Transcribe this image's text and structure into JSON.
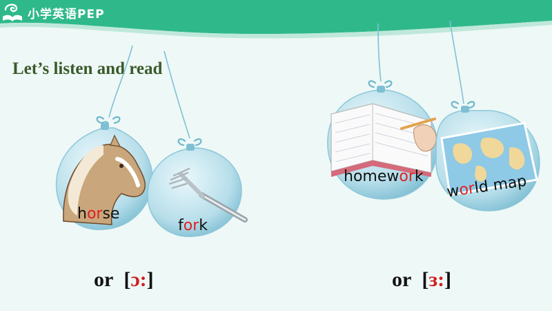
{
  "header": {
    "brand": "小学英语PEP",
    "logo_icon": "book-swirl-icon"
  },
  "title": "Let’s listen and read",
  "ornaments": [
    {
      "id": "horse",
      "parts": [
        "h",
        "or",
        "se"
      ],
      "image": "horse-picture"
    },
    {
      "id": "fork",
      "parts": [
        "f",
        "or",
        "k"
      ],
      "image": "fork-picture"
    },
    {
      "id": "homework",
      "parts": [
        "homew",
        "or",
        "k"
      ],
      "image": "homework-picture"
    },
    {
      "id": "world-map",
      "parts": [
        "w",
        "or",
        "ld map"
      ],
      "image": "world-map-picture"
    }
  ],
  "phonics": [
    {
      "spelling": "or",
      "open": "[",
      "ipa": "ɔ:",
      "close": "]"
    },
    {
      "spelling": "or",
      "open": "[",
      "ipa": "ɜ:",
      "close": "]"
    }
  ],
  "colors": {
    "header": "#2fb98a",
    "title": "#3a5a2a",
    "highlight": "#e02020",
    "bubble": "#bfe4ee"
  }
}
